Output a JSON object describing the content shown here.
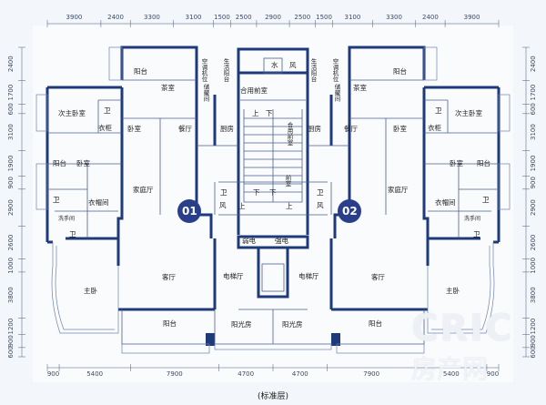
{
  "dimensions": {
    "top": [
      "3900",
      "2400",
      "3300",
      "3100",
      "1500",
      "2500",
      "2900",
      "2500",
      "1500",
      "3100",
      "3300",
      "2400",
      "3900"
    ],
    "bottom": [
      "900",
      "5400",
      "7900",
      "4700",
      "4700",
      "7900",
      "5400",
      "900"
    ],
    "left": [
      "2400",
      "1700",
      "600",
      "3100",
      "1900",
      "900",
      "2900",
      "2600",
      "1000",
      "3800",
      "1200",
      "900",
      "600"
    ],
    "right": [
      "2400",
      "1700",
      "600",
      "3100",
      "1900",
      "900",
      "2900",
      "2600",
      "1000",
      "3800",
      "1200",
      "900",
      "600"
    ]
  },
  "rooms": {
    "balcony": "阳台",
    "tea_room": "茶室",
    "bedroom": "卧室",
    "secondary_master": "次主卧室",
    "closet": "衣柜",
    "bath": "卫",
    "dining": "餐厅",
    "kitchen": "厨房",
    "family_hall": "家庭厅",
    "living_room": "客厅",
    "master_bedroom": "主卧",
    "sun_room": "阳光房",
    "elevator_hall": "电梯厅",
    "cloakroom": "衣帽间",
    "wind": "风",
    "water": "水",
    "up": "上",
    "down": "下",
    "common_front_room": "合用前室",
    "common_front_room_v": "合用前室",
    "front_room": "前室",
    "elec_room": "弱电",
    "strong_elec": "强电",
    "ac_unit": "空调机位",
    "life_balcony": "生活阳台",
    "storage": "储藏间",
    "wash": "洗手间"
  },
  "units": [
    "01",
    "02"
  ],
  "caption": "(标准层)",
  "watermark": "CRIC",
  "watermark_sub": "房产网",
  "colors": {
    "wall": "#1f3a7a",
    "badge": "#2a3f8a",
    "background": "#f3f6fb"
  }
}
